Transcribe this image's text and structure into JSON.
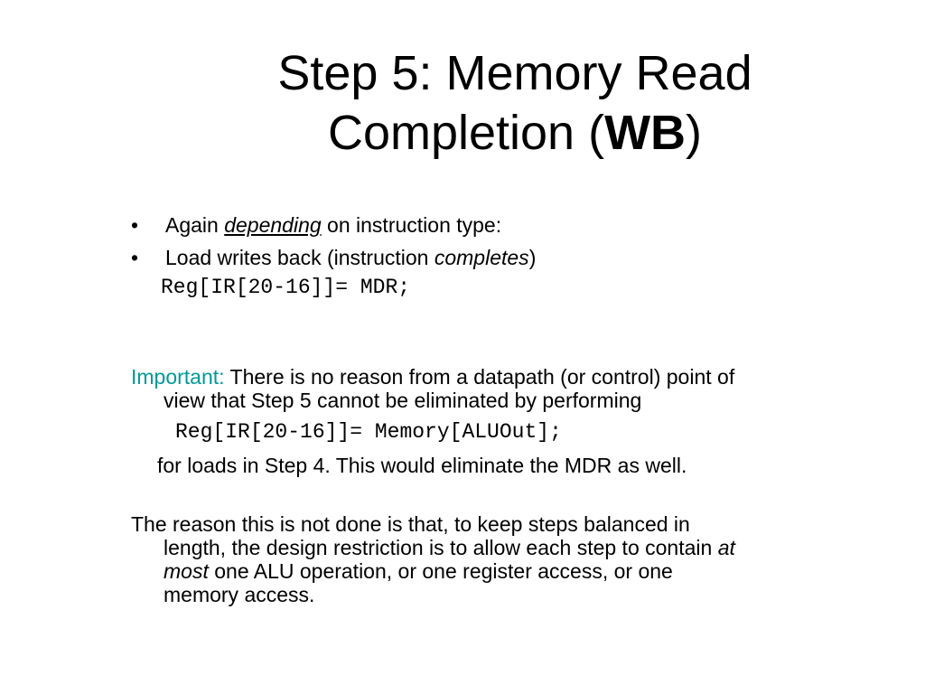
{
  "slide": {
    "title_line1": "Step 5: Memory Read",
    "title_line2_pre": "Completion (",
    "title_line2_bold": "WB",
    "title_line2_post": ")",
    "bullet_glyph": "•",
    "bullets": [
      {
        "pre": "Again ",
        "emph": "depending",
        "post": " on instruction type:"
      },
      {
        "pre": "Load writes back (instruction ",
        "emph": "completes",
        "post": ")"
      }
    ],
    "code_line_1": "Reg[IR[20-16]]= MDR;",
    "important_label": "Important:",
    "important_text_line1": " There is no reason from a datapath (or control) point of",
    "important_text_line2": "view that Step 5 cannot be eliminated by performing",
    "code_line_2": "Reg[IR[20-16]]= Memory[ALUOut];",
    "loads_text": "for loads in Step 4. This would eliminate the MDR as well.",
    "reason_line1": "The reason this is not done is that, to keep steps balanced in",
    "reason_line2_pre": "length, the design restriction is to allow each step to contain ",
    "reason_line2_emph": "at",
    "reason_line3_emph": "most",
    "reason_line3_post": " one ALU operation, or one register access, or one",
    "reason_line4": "memory access."
  },
  "colors": {
    "accent": "#009999",
    "text": "#000000",
    "background": "#ffffff"
  }
}
